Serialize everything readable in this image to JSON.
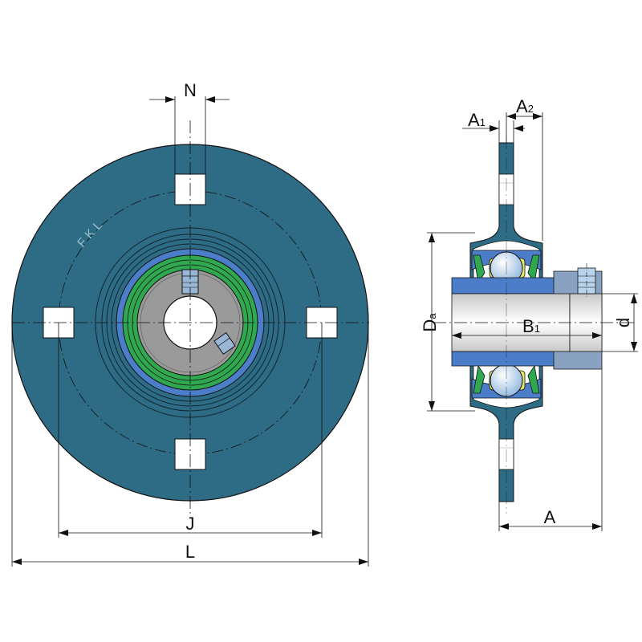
{
  "front_view": {
    "brand_mark": "FKL",
    "dimension_labels": {
      "N": "N",
      "J": "J",
      "L": "L"
    }
  },
  "side_view": {
    "dimension_labels": {
      "A1_main": "A",
      "A1_sub": "1",
      "A2_main": "A",
      "A2_sub": "2",
      "Da_main": "D",
      "Da_sub": "a",
      "B1_main": "B",
      "B1_sub": "1",
      "d": "d",
      "A": "A"
    }
  },
  "colors": {
    "housing": "#2e6b85",
    "outer_ring": "#4b7dc8",
    "seal": "#2fa84f",
    "inner_ring": "#9a9a9a",
    "ball": "#b8d3ec",
    "cage": "#e5e86a",
    "line": "#111111"
  }
}
